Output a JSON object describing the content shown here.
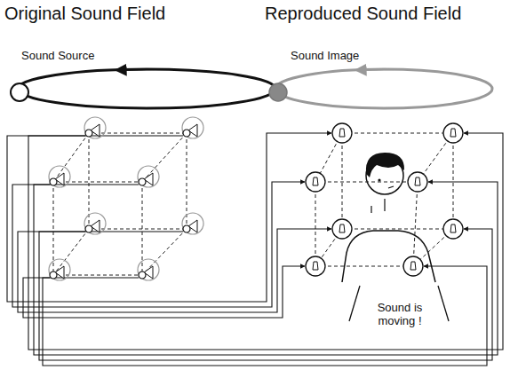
{
  "diagram": {
    "labels": [
      "Original Sound Field",
      "Reproduced Sound Field",
      "Sound Source",
      "Sound Image",
      "Sound is moving !"
    ]
  }
}
